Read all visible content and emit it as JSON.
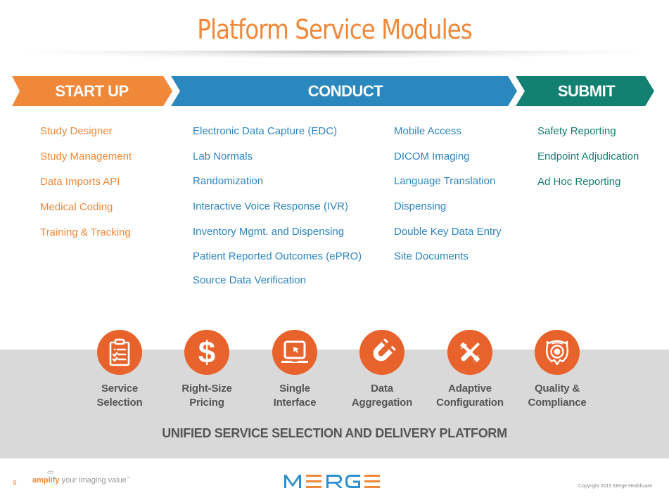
{
  "title": "Platform Service Modules",
  "colors": {
    "orange": "#f0883a",
    "blue": "#2c86c0",
    "teal": "#137e6f",
    "icon_orange": "#e8622b",
    "gray_band": "#d9d9d9",
    "label_gray": "#555555"
  },
  "phases": [
    {
      "label": "START UP",
      "items": [
        "Study Designer",
        "Study Management",
        "Data Imports API",
        "Medical Coding",
        "Training & Tracking"
      ]
    },
    {
      "label": "CONDUCT",
      "items_col1": [
        "Electronic Data Capture (EDC)",
        "Lab Normals",
        "Randomization",
        "Interactive Voice Response (IVR)",
        "Inventory Mgmt. and Dispensing",
        "Patient Reported Outcomes (ePRO)",
        "Source Data Verification"
      ],
      "items_col2": [
        "Mobile Access",
        "DICOM Imaging",
        "Language Translation",
        "Dispensing",
        "Double Key Data Entry",
        "Site Documents"
      ]
    },
    {
      "label": "SUBMIT",
      "items": [
        "Safety Reporting",
        "Endpoint Adjudication",
        "Ad Hoc Reporting"
      ]
    }
  ],
  "features": [
    {
      "icon": "clipboard-checklist-icon",
      "line1": "Service",
      "line2": "Selection"
    },
    {
      "icon": "dollar-sign-icon",
      "line1": "Right-Size",
      "line2": "Pricing"
    },
    {
      "icon": "laptop-cursor-icon",
      "line1": "Single",
      "line2": "Interface"
    },
    {
      "icon": "magnet-icon",
      "line1": "Data",
      "line2": "Aggregation"
    },
    {
      "icon": "wrench-screwdriver-icon",
      "line1": "Adaptive",
      "line2": "Configuration"
    },
    {
      "icon": "award-seal-icon",
      "line1": "Quality &",
      "line2": "Compliance"
    }
  ],
  "tagline": "UNIFIED SERVICE SELECTION AND DELIVERY PLATFORM",
  "footer": {
    "page_number": "9",
    "amplify_word": "amplify",
    "amplify_rest": " your imaging value",
    "logo_text": "MERGE",
    "copyright": "Copyright 2015 Merge Healthcare"
  }
}
